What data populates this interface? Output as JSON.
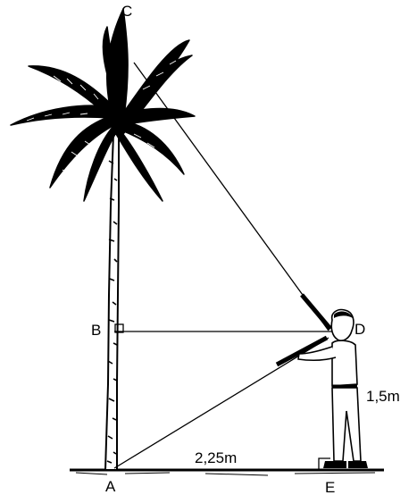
{
  "points": {
    "a": "A",
    "b": "B",
    "c": "C",
    "d": "D",
    "e": "E"
  },
  "measurements": {
    "height": "1,5m",
    "distance": "2,25m"
  }
}
